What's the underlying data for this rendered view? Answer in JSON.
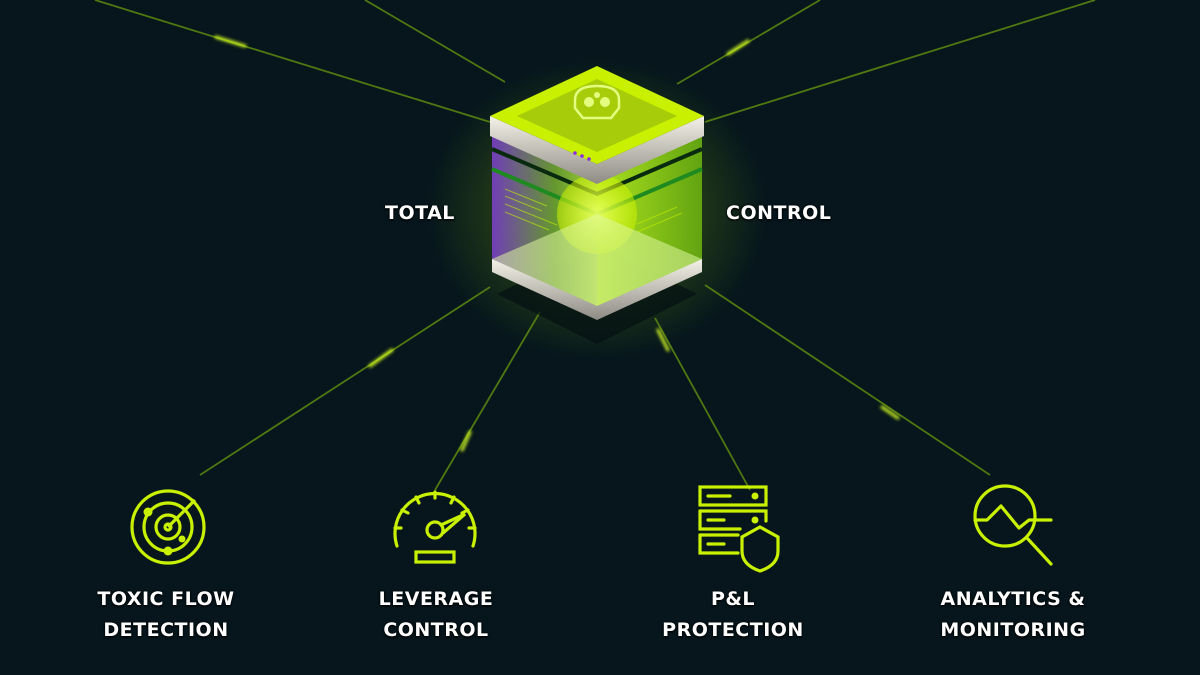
{
  "hero": {
    "left_word": "TOTAL",
    "right_word": "CONTROL",
    "center_icon": "skull-shield-icon"
  },
  "features": [
    {
      "icon": "radar-icon",
      "line1": "TOXIC FLOW",
      "line2": "DETECTION"
    },
    {
      "icon": "speedometer-icon",
      "line1": "LEVERAGE",
      "line2": "CONTROL"
    },
    {
      "icon": "server-shield-icon",
      "line1": "P&L",
      "line2": "PROTECTION"
    },
    {
      "icon": "chart-magnifier-icon",
      "line1": "ANALYTICS &",
      "line2": "MONITORING"
    }
  ],
  "colors": {
    "background": "#06161c",
    "accent": "#c8f000",
    "text": "#ffffff",
    "purple": "#8a4fd0"
  }
}
